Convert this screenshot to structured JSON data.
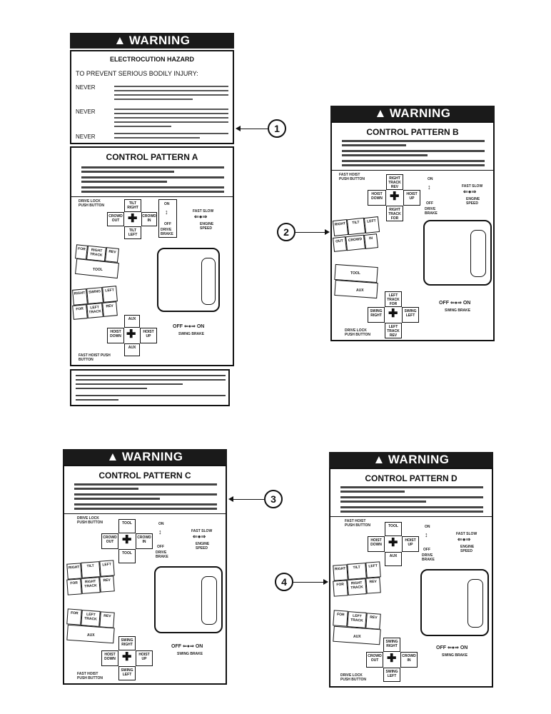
{
  "decal1": {
    "warning": "WARNING",
    "hazard": "ELECTROCUTION HAZARD",
    "prevent": "TO PREVENT SERIOUS BODILY INJURY:",
    "never": [
      "NEVER",
      "NEVER",
      "NEVER"
    ],
    "pattern_title": "CONTROL PATTERN A",
    "labels": {
      "tilt_right": "TILT RIGHT",
      "crowd": "CROWD OUT",
      "crowd_in": "CROWD IN",
      "tilt_left": "TILT LEFT",
      "on": "ON",
      "off": "OFF",
      "drive_brake": "DRIVE BRAKE",
      "fast_slow": "FAST SLOW",
      "engine_speed": "ENGINE SPEED",
      "drive_lock": "DRIVE LOCK PUSH BUTTON",
      "for": "FOR",
      "right_track": "RIGHT TRACK",
      "rev": "REV",
      "tool": "TOOL",
      "right": "RIGHT",
      "swing": "SWING",
      "left": "LEFT",
      "left_track": "LEFT TRACK",
      "aux": "AUX",
      "hoist_down": "HOIST DOWN",
      "hoist_up": "HOIST UP",
      "fast_hoist": "FAST HOIST PUSH BUTTON",
      "swing_brake": "SWING BRAKE"
    }
  },
  "decal2": {
    "warning": "WARNING",
    "pattern_title": "CONTROL PATTERN B",
    "labels": {
      "fast_hoist": "FAST HOIST PUSH BUTTON",
      "right_track_rev": "RIGHT TRACK REV",
      "hoist_down": "HOIST DOWN",
      "hoist_up": "HOIST UP",
      "right_track_for": "RIGHT TRACK FOR",
      "on": "ON",
      "off": "OFF",
      "drive_brake": "DRIVE BRAKE",
      "fast_slow": "FAST SLOW",
      "engine_speed": "ENGINE SPEED",
      "tilt": "TILT",
      "left": "LEFT",
      "right": "RIGHT",
      "out": "OUT",
      "crowd": "CROWD",
      "in": "IN",
      "tool": "TOOL",
      "aux": "AUX",
      "left_track_for": "LEFT TRACK FOR",
      "swing_right": "SWING RIGHT",
      "swing_left": "SWING LEFT",
      "left_track_rev": "LEFT TRACK REV",
      "drive_lock": "DRIVE LOCK PUSH BUTTON",
      "swing_brake": "SWING BRAKE"
    }
  },
  "decal3": {
    "warning": "WARNING",
    "pattern_title": "CONTROL PATTERN C",
    "labels": {
      "drive_lock": "DRIVE LOCK PUSH BUTTON",
      "tool": "TOOL",
      "crowd_out": "CROWD OUT",
      "crowd_in": "CROWD IN",
      "on": "ON",
      "off": "OFF",
      "drive_brake": "DRIVE BRAKE",
      "fast_slow": "FAST SLOW",
      "engine_speed": "ENGINE SPEED",
      "right": "RIGHT",
      "tilt": "TILT",
      "left": "LEFT",
      "for": "FOR",
      "right_track": "RIGHT TRACK",
      "rev": "REV",
      "left_track": "LEFT TRACK",
      "aux": "AUX",
      "swing_right": "SWING RIGHT",
      "hoist_down": "HOIST DOWN",
      "hoist_up": "HOIST UP",
      "swing_left": "SWING LEFT",
      "fast_hoist": "FAST HOIST PUSH BUTTON",
      "swing_brake": "SWING BRAKE"
    }
  },
  "decal4": {
    "warning": "WARNING",
    "pattern_title": "CONTROL PATTERN D",
    "labels": {
      "fast_hoist": "FAST HOIST PUSH BUTTON",
      "tool": "TOOL",
      "hoist_down": "HOIST DOWN",
      "hoist_up": "HOIST UP",
      "aux": "AUX",
      "on": "ON",
      "off": "OFF",
      "drive_brake": "DRIVE BRAKE",
      "fast_slow": "FAST SLOW",
      "engine_speed": "ENGINE SPEED",
      "right": "RIGHT",
      "tilt": "TILT",
      "left": "LEFT",
      "for": "FOR",
      "right_track": "RIGHT TRACK",
      "rev": "REV",
      "left_track": "LEFT TRACK",
      "swing_right": "SWING RIGHT",
      "crowd_out": "CROWD OUT",
      "crowd_in": "CROWD IN",
      "swing_left": "SWING LEFT",
      "drive_lock": "DRIVE LOCK PUSH BUTTON",
      "swing_brake": "SWING BRAKE"
    }
  },
  "callouts": [
    "1",
    "2",
    "3",
    "4"
  ]
}
